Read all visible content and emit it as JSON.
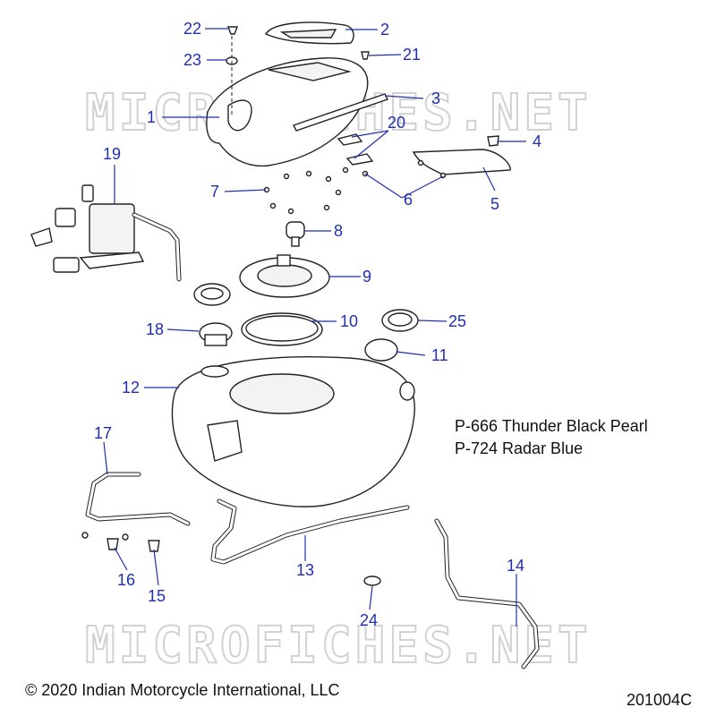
{
  "watermark": "MICROFICHES.NET",
  "color_notes": [
    "P-666 Thunder Black Pearl",
    "P-724 Radar Blue"
  ],
  "copyright": "© 2020 Indian Motorcycle International, LLC",
  "diagram_id": "201004C",
  "callouts": {
    "c1": "1",
    "c2": "2",
    "c3": "3",
    "c4": "4",
    "c5": "5",
    "c6": "6",
    "c7": "7",
    "c8": "8",
    "c9": "9",
    "c10": "10",
    "c11": "11",
    "c12": "12",
    "c13": "13",
    "c14": "14",
    "c15": "15",
    "c16": "16",
    "c17": "17",
    "c18": "18",
    "c19": "19",
    "c20": "20",
    "c21": "21",
    "c22": "22",
    "c23": "23",
    "c24": "24",
    "c25": "25"
  },
  "colors": {
    "callout": "#1f2fb0",
    "line": "#222222",
    "watermark": "#d2d2d2"
  }
}
